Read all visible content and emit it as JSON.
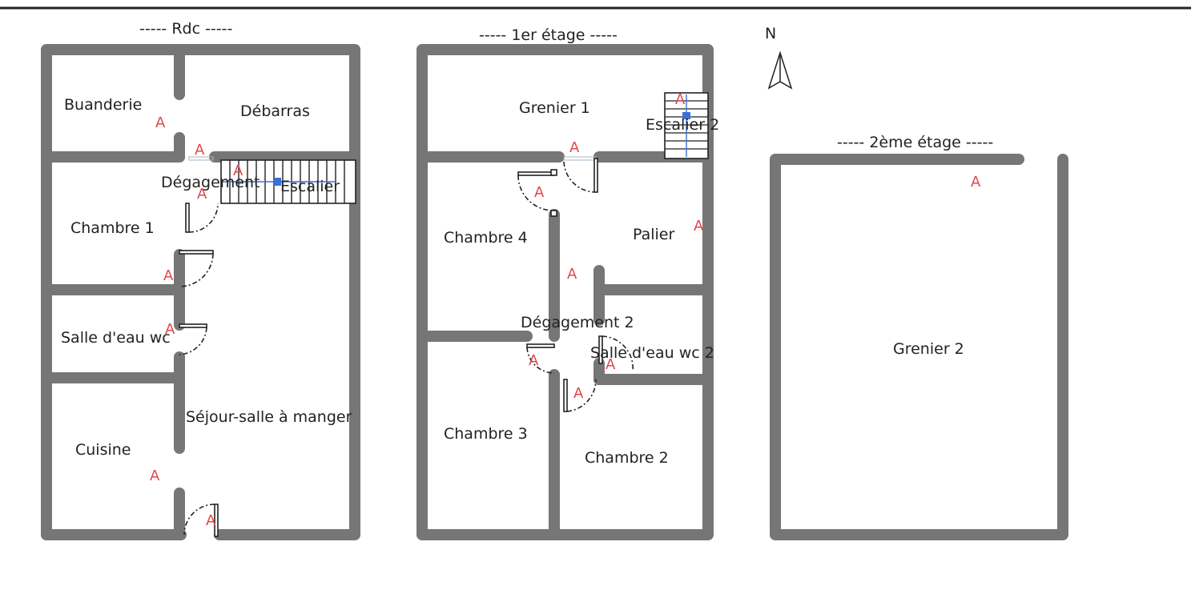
{
  "titles": {
    "rdc": "----- Rdc -----",
    "etage1": "----- 1er étage -----",
    "etage2": "----- 2ème étage -----"
  },
  "north_label": "N",
  "marker": "A",
  "rooms": {
    "buanderie": "Buanderie",
    "debarras": "Débarras",
    "degagement": "Dégagement",
    "escalier": "Escalier",
    "chambre1": "Chambre 1",
    "salle_eau_wc": "Salle d'eau wc",
    "sejour": "Séjour-salle à manger",
    "cuisine": "Cuisine",
    "grenier1": "Grenier 1",
    "escalier2": "Escalier 2",
    "chambre4": "Chambre 4",
    "palier": "Palier",
    "degagement2": "Dégagement 2",
    "salle_eau_wc2": "Salle d'eau wc 2",
    "chambre3": "Chambre 3",
    "chambre2": "Chambre 2",
    "grenier2": "Grenier 2"
  }
}
